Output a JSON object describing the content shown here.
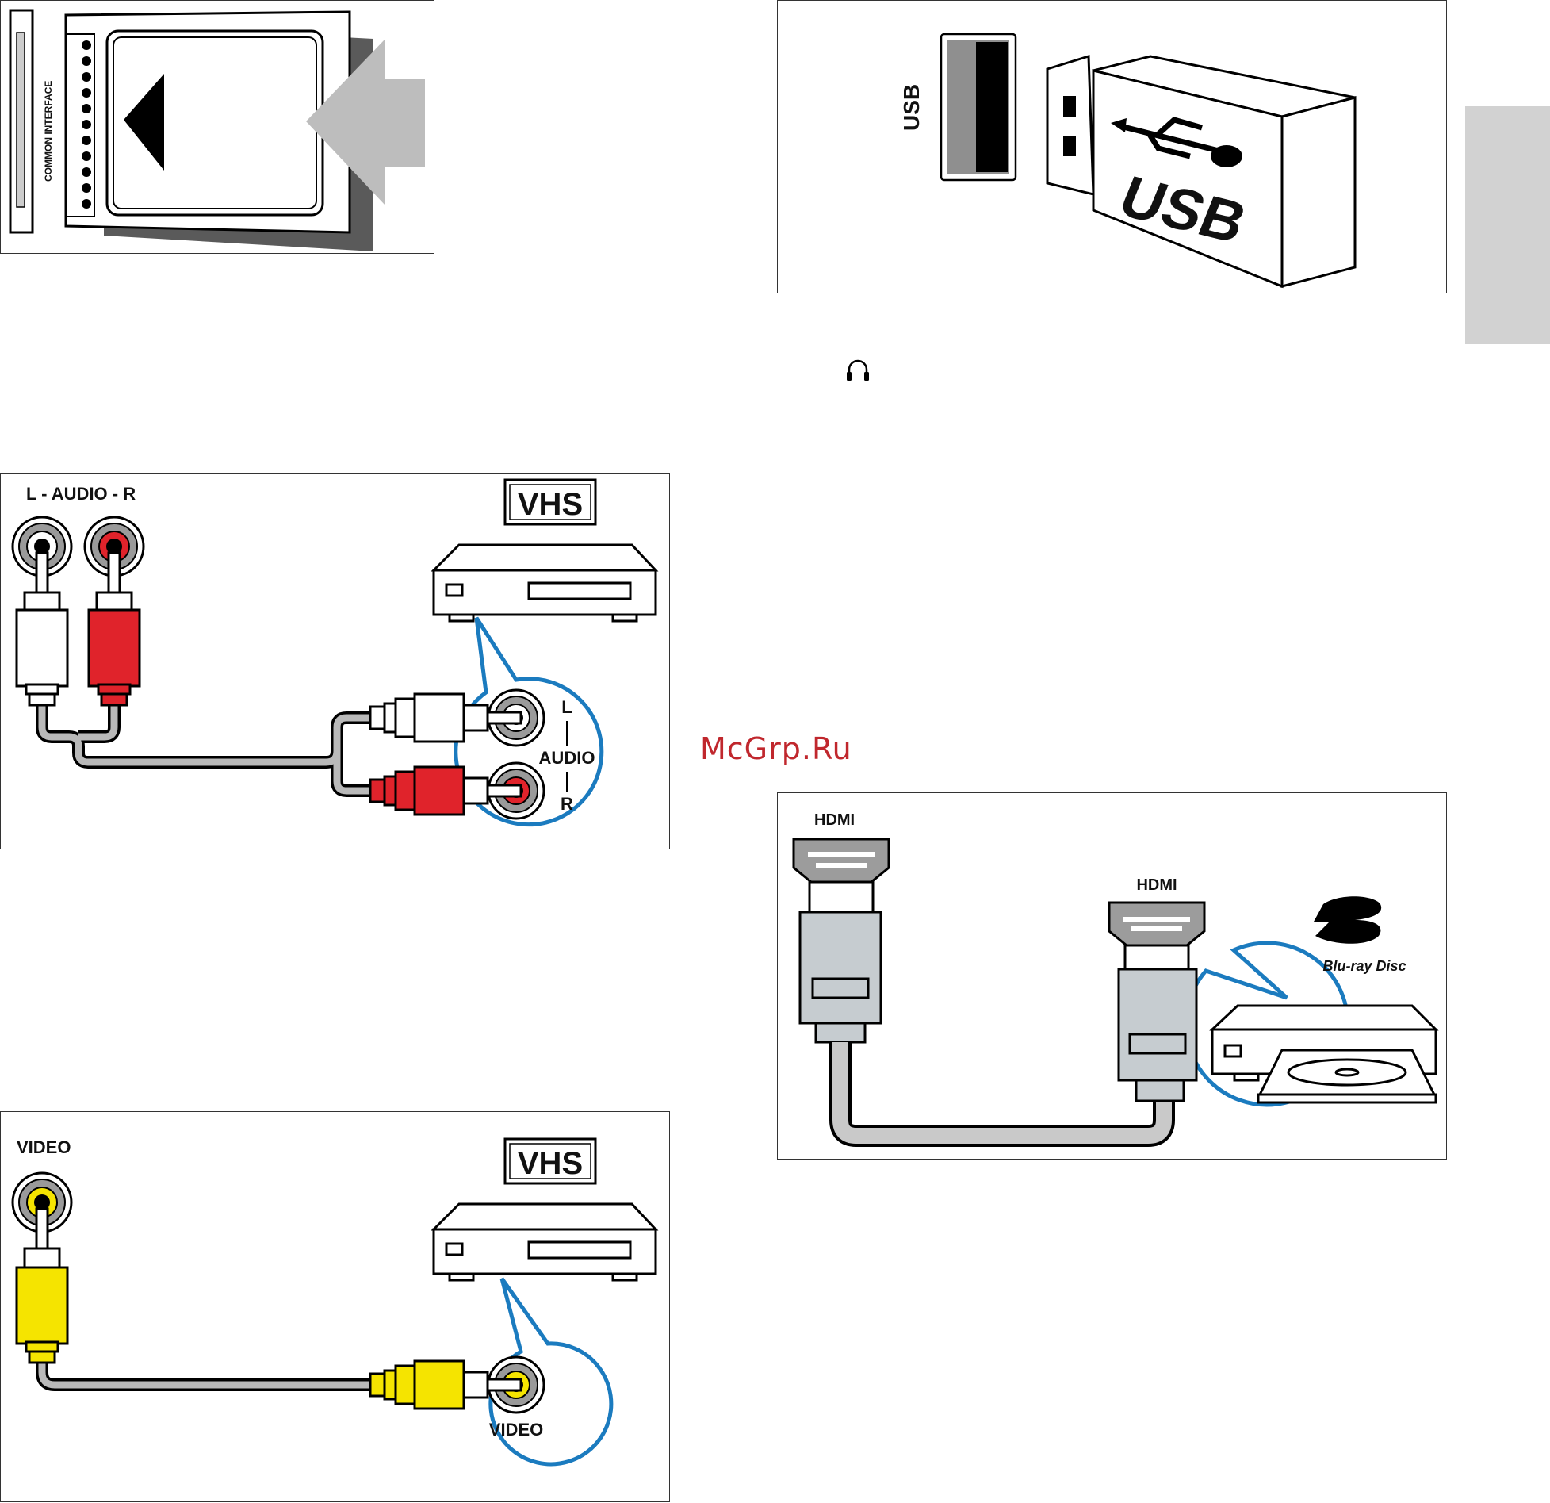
{
  "common_interface": {
    "slot_label": "COMMON INTERFACE"
  },
  "usb": {
    "port_label": "USB",
    "stick_label": "USB"
  },
  "headphones": {
    "icon": "headphones-icon"
  },
  "audio_panel": {
    "port_label": "L - AUDIO - R",
    "device_logo": "VHS",
    "callout_left": "L",
    "callout_middle": "AUDIO",
    "callout_right": "R"
  },
  "video_panel": {
    "port_label": "VIDEO",
    "device_logo": "VHS",
    "callout_label": "VIDEO"
  },
  "hdmi_panel": {
    "port_label": "HDMI",
    "callout_label": "HDMI",
    "device_logo": "Blu-ray Disc"
  },
  "watermark": "McGrp.Ru",
  "colors": {
    "callout_blue": "#1b7bbf",
    "audio_red": "#e0232b",
    "video_yellow": "#f5e400",
    "cable_grey": "#b9b9b9",
    "plug_grey": "#c6ccd0",
    "side_tab": "#d2d2d2",
    "watermark_red": "#c0272d"
  }
}
